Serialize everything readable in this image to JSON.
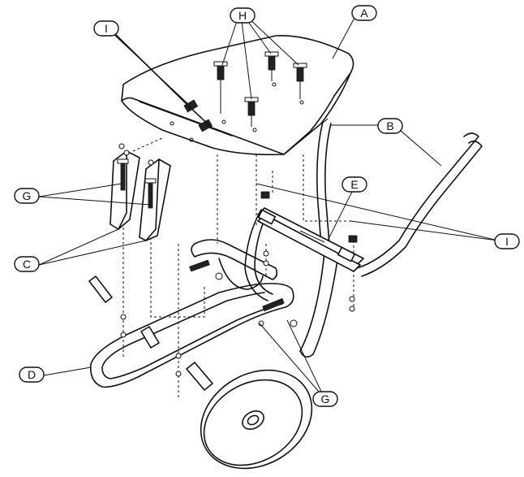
{
  "labels": {
    "A": "A",
    "B": "B",
    "C": "C",
    "D": "D",
    "E": "E",
    "G": "G",
    "H": "H",
    "I": "I"
  }
}
